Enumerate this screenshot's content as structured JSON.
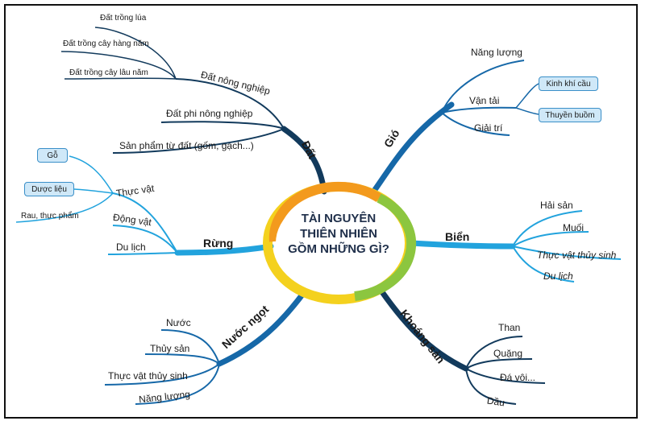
{
  "center": {
    "line1": "TÀI NGUYÊN",
    "line2": "THIÊN NHIÊN",
    "line3": "GỒM NHỮNG GÌ?"
  },
  "branches": {
    "dat": {
      "label": "Đất",
      "color": "#123a5c",
      "items": [
        {
          "label": "Đất nông nghiệp",
          "children": [
            "Đất trồng lúa",
            "Đất trồng cây hàng năm",
            "Đất trồng cây lâu năm"
          ]
        },
        {
          "label": "Đất phi nông nghiệp"
        },
        {
          "label": "Sản phẩm từ đất (gốm, gạch...)"
        }
      ]
    },
    "gio": {
      "label": "Gió",
      "color": "#1668a8",
      "items": [
        {
          "label": "Năng lượng"
        },
        {
          "label": "Vận tải",
          "children": [
            "Kinh khí cầu",
            "Thuyền buồm"
          ]
        },
        {
          "label": "Giải trí"
        }
      ]
    },
    "rung": {
      "label": "Rừng",
      "color": "#22a3dd",
      "items": [
        {
          "label": "Thực vật",
          "children": [
            "Gỗ",
            "Dược liệu",
            "Rau, thực phẩm"
          ]
        },
        {
          "label": "Động vật"
        },
        {
          "label": "Du lịch"
        }
      ]
    },
    "bien": {
      "label": "Biển",
      "color": "#22a3dd",
      "items": [
        {
          "label": "Hải sản"
        },
        {
          "label": "Muối"
        },
        {
          "label": "Thực vật thủy sinh"
        },
        {
          "label": "Du lịch"
        }
      ]
    },
    "nuoc_ngot": {
      "label": "Nước ngọt",
      "color": "#1668a8",
      "items": [
        {
          "label": "Nước"
        },
        {
          "label": "Thủy sản"
        },
        {
          "label": "Thực vật thủy sinh"
        },
        {
          "label": "Năng lượng"
        }
      ]
    },
    "khoang_san": {
      "label": "Khoáng sản",
      "color": "#123a5c",
      "items": [
        {
          "label": "Than"
        },
        {
          "label": "Quặng"
        },
        {
          "label": "Đá vôi..."
        },
        {
          "label": "Dầu"
        }
      ]
    }
  },
  "colors": {
    "ring_orange": "#f39a1d",
    "ring_yellow": "#f4d11e",
    "ring_green": "#8cc63f",
    "box_fill": "#cfe8f8",
    "box_border": "#3a8fc8"
  }
}
